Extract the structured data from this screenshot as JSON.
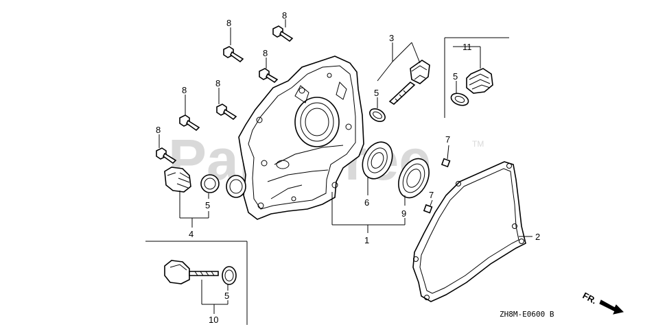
{
  "watermark": {
    "text": "PartsTree",
    "trademark": "TM"
  },
  "drawing_code": "ZH8M-E0600 B",
  "front_marker": "FR.",
  "callouts": {
    "c1": "1",
    "c2": "2",
    "c3": "3",
    "c4": "4",
    "c5a": "5",
    "c5b": "5",
    "c5c": "5",
    "c5d": "5",
    "c6": "6",
    "c7a": "7",
    "c7b": "7",
    "c8a": "8",
    "c8b": "8",
    "c8c": "8",
    "c8d": "8",
    "c8e": "8",
    "c8f": "8",
    "c9": "9",
    "c10": "10",
    "c11": "11"
  }
}
